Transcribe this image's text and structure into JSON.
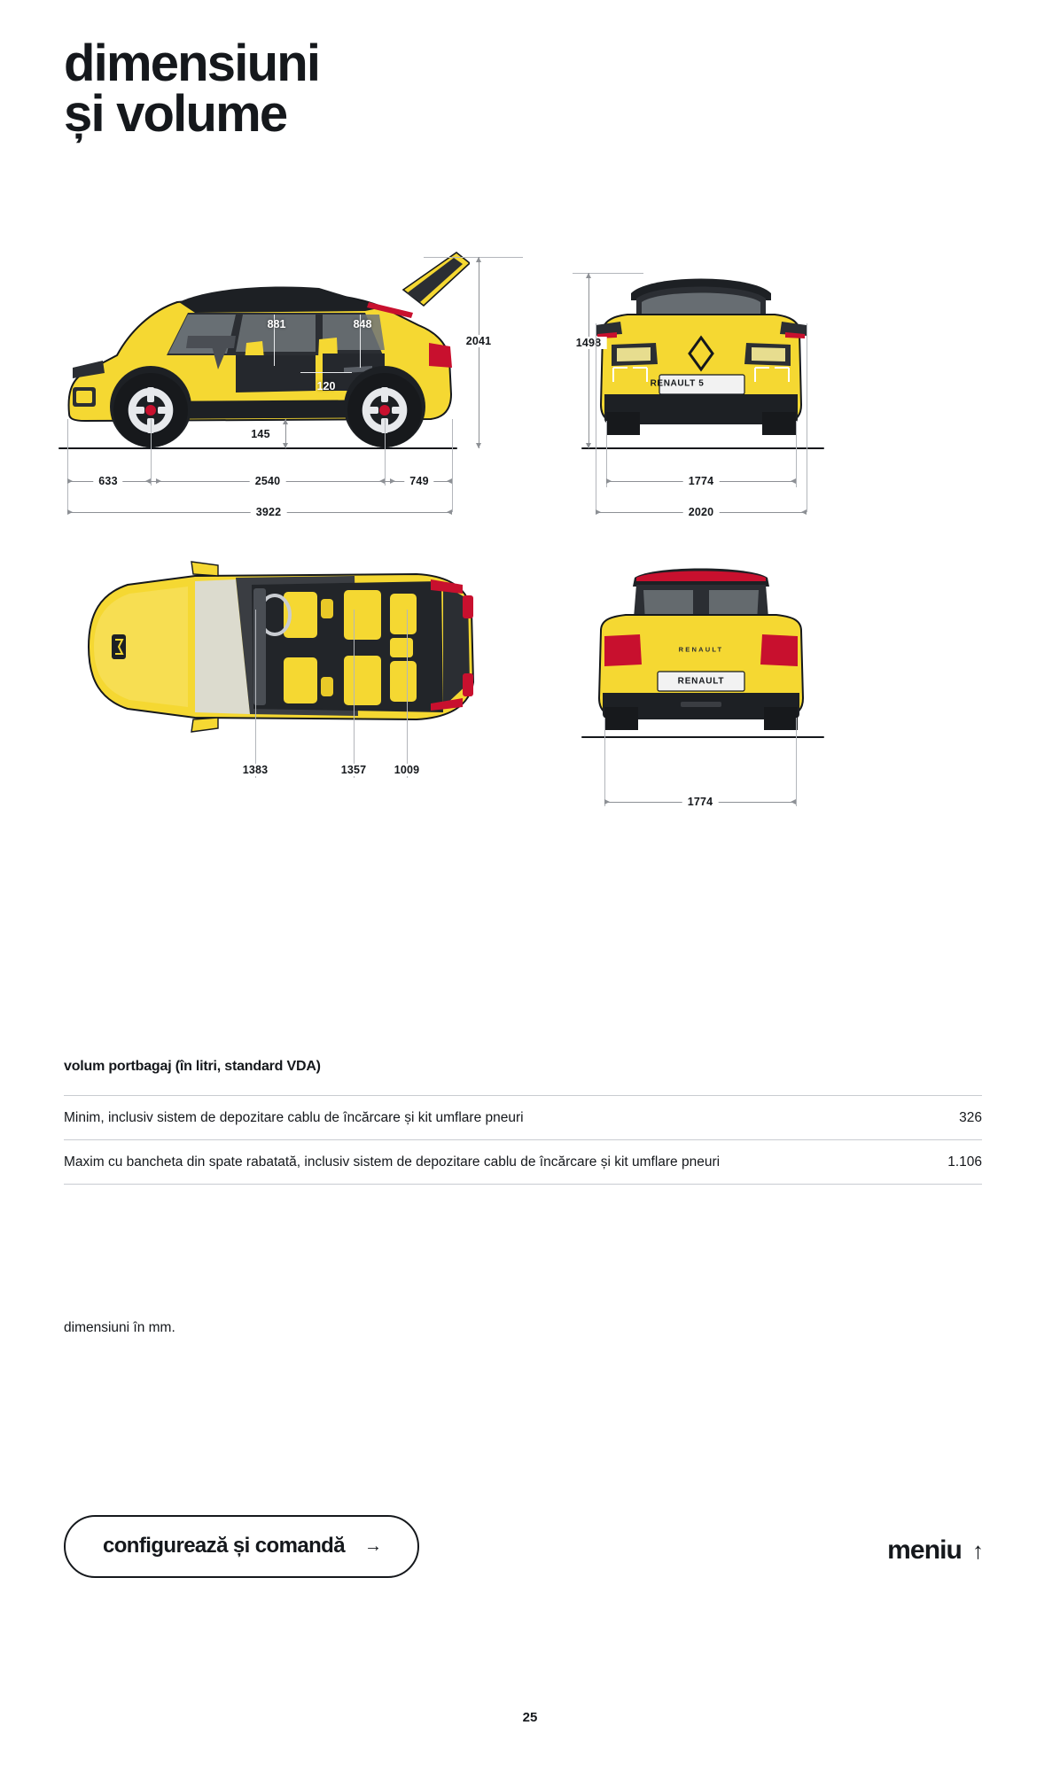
{
  "page": {
    "title_line1": "dimensiuni",
    "title_line2": "și volume",
    "page_number": "25",
    "unit_note": "dimensiuni în mm.",
    "badge_text_front": "RENAULT 5",
    "badge_text_rear": "RENAULT",
    "rear_wordmark": "RENAULT"
  },
  "views": {
    "side": {
      "name": "side-view",
      "dims": {
        "height_overall": "2041",
        "headroom_front": "881",
        "headroom_rear": "848",
        "knee_room": "120",
        "ground_clearance": "145",
        "front_overhang": "633",
        "wheelbase": "2540",
        "rear_overhang": "749",
        "length_overall": "3922"
      }
    },
    "front": {
      "name": "front-view",
      "dims": {
        "height_to_roof": "1498",
        "track_front": "1774",
        "width_with_mirrors": "2020"
      }
    },
    "top": {
      "name": "top-view",
      "dims": {
        "shoulder_front": "1383",
        "shoulder_rear": "1357",
        "hip_rear": "1009"
      }
    },
    "rear": {
      "name": "rear-view",
      "dims": {
        "track_rear": "1774"
      }
    }
  },
  "table": {
    "title": "volum portbagaj (în litri, standard VDA)",
    "rows": [
      {
        "label": "Minim, inclusiv sistem de depozitare cablu de încărcare și kit umflare pneuri",
        "value": "326"
      },
      {
        "label": "Maxim cu bancheta din spate rabatată, inclusiv sistem de depozitare cablu de încărcare și kit umflare pneuri",
        "value": "1.106"
      }
    ]
  },
  "footer": {
    "cta_label": "configurează și comandă",
    "cta_arrow": "→",
    "menu_label": "meniu",
    "menu_arrow": "↑"
  },
  "colors": {
    "body_yellow": "#f5d832",
    "body_yellow_dark": "#e0c024",
    "ink": "#15181c",
    "dim_line": "#8d9095",
    "rule": "#c9ccd1",
    "glass": "#6e7479",
    "tire": "#1c1c1e",
    "accent_red": "#c8102e"
  }
}
